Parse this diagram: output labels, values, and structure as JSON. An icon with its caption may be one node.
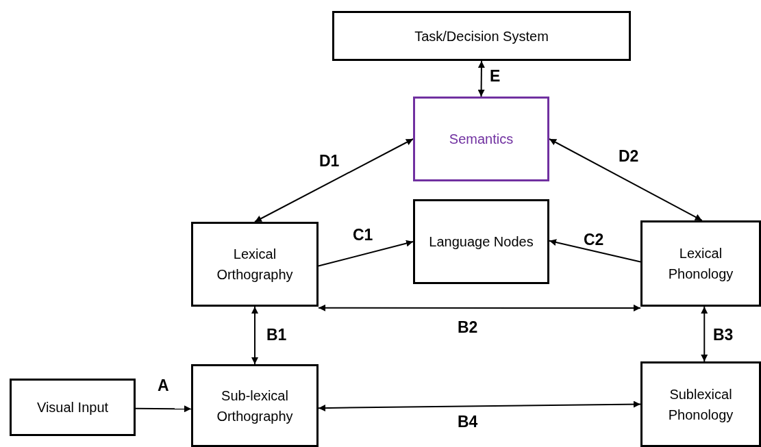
{
  "diagram": {
    "nodes": [
      {
        "text": [
          "Task/Decision System"
        ]
      },
      {
        "text": [
          "Semantics"
        ]
      },
      {
        "text": [
          "Lexical Orthography"
        ]
      },
      {
        "text": [
          "Language Nodes"
        ]
      },
      {
        "text": [
          "Lexical Phonology"
        ]
      },
      {
        "text": [
          "Visual Input"
        ]
      },
      {
        "text": [
          "Sub-lexical Orthography"
        ]
      },
      {
        "text": [
          "Sublexical Phonology"
        ]
      }
    ],
    "edges": [
      {
        "from": 0,
        "to": 1,
        "arrow": "both",
        "label": "E"
      },
      {
        "from": 2,
        "to": 1,
        "arrow": "both",
        "label": "D1"
      },
      {
        "from": 4,
        "to": 1,
        "arrow": "both",
        "label": "D2"
      },
      {
        "from": 2,
        "to": 3,
        "arrow": "to",
        "label": "C1"
      },
      {
        "from": 4,
        "to": 3,
        "arrow": "to",
        "label": "C2"
      },
      {
        "from": 2,
        "to": 6,
        "arrow": "both",
        "label": "B1"
      },
      {
        "from": 2,
        "to": 4,
        "arrow": "both",
        "label": "B2"
      },
      {
        "from": 4,
        "to": 7,
        "arrow": "both",
        "label": "B3"
      },
      {
        "from": 5,
        "to": 6,
        "arrow": "to",
        "label": "A"
      },
      {
        "from": 6,
        "to": 7,
        "arrow": "both",
        "label": "B4"
      }
    ]
  }
}
